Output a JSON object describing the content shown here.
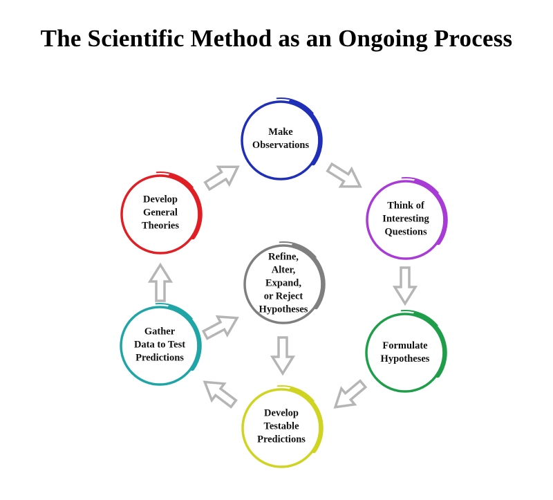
{
  "title": "The Scientific Method as an Ongoing Process",
  "nodes": {
    "observations": {
      "lines": [
        "Make",
        "Observations"
      ],
      "color": "#1f2fb8",
      "icon": "circle-arrow-ring"
    },
    "questions": {
      "lines": [
        "Think of",
        "Interesting",
        "Questions"
      ],
      "color": "#a83bd6",
      "icon": "circle-arrow-ring"
    },
    "hypotheses": {
      "lines": [
        "Formulate",
        "Hypotheses"
      ],
      "color": "#1f9e4a",
      "icon": "circle-arrow-ring"
    },
    "predictions": {
      "lines": [
        "Develop",
        "Testable",
        "Predictions"
      ],
      "color": "#cfd420",
      "icon": "circle-arrow-ring"
    },
    "gather": {
      "lines": [
        "Gather",
        "Data to Test",
        "Predictions"
      ],
      "color": "#1fa5a5",
      "icon": "circle-arrow-ring"
    },
    "theories": {
      "lines": [
        "Develop",
        "General",
        "Theories"
      ],
      "color": "#e01f25",
      "icon": "circle-arrow-ring"
    },
    "refine": {
      "lines": [
        "Refine,",
        "Alter,",
        "Expand,",
        "or Reject",
        "Hypotheses"
      ],
      "color": "#7f7f7f",
      "icon": "circle-arrow-ring"
    }
  },
  "arrow_color": "#b5b5b5",
  "arrow_icon": "hollow-block-arrow"
}
